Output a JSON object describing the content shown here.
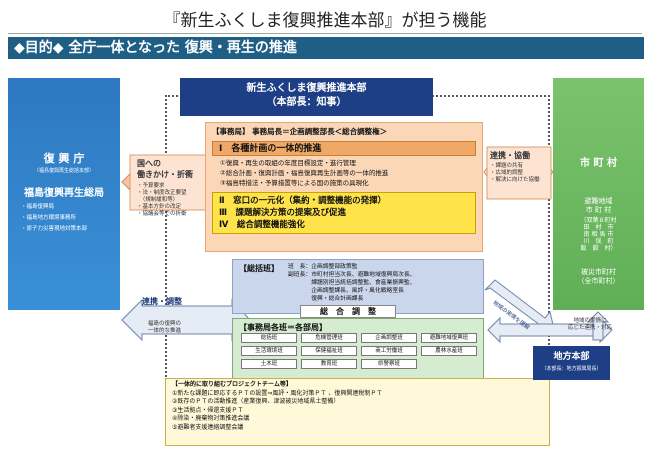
{
  "title": "『新生ふくしま復興推進本部』が担う機能",
  "purpose": "◆目的◆ 全庁一体となった 復興・再生の推進",
  "left_panel": {
    "title": "復 興 庁",
    "subtitle": "（福島復興再生総括本部）",
    "title2": "福島復興再生総局",
    "items": [
      "・福島復興局",
      "・福島地方環境事務所",
      "・原子力災害現地対策本部"
    ]
  },
  "right_panel": {
    "title": "市 町 村",
    "section1": "避難地域\n市 町 村",
    "names": "（双葉８町村\n田　村　市\n南 相 馬 市\n川　俣　町\n飯　舘　村）",
    "section2": "被災市町村\n（全市町村）"
  },
  "hq": {
    "line1": "新生ふくしま復興推進本部",
    "line2": "（本部長：知事）"
  },
  "secretariat": {
    "head": "【事務局】 事務局長＝企画調整部長＜総合調整権＞",
    "item1": "Ⅰ　各種計画の一体的推進",
    "list": [
      "①復興・再生の取組の年度目標設定・進行管理",
      "②総合計画・復興計画・福島復興再生計画等の一体的推進",
      "③福島特措法・予算措置等による国の施策の具現化"
    ],
    "yellow": [
      "Ⅱ　窓口の一元化（集約・調整機能の発揮）",
      "Ⅲ　課題解決方策の提案及び促進",
      "Ⅳ　総合調整機能強化"
    ]
  },
  "general": {
    "head": "【総括班】",
    "lines": [
      "班　長：企画調整部政策監",
      "副班長：市町村担当次長、避難地域復興局次長、",
      "　　　　課題別担当統括調整監、食産業振興監、",
      "　　　　企画調整課長、風評・風化戦略室長",
      "　　　　復興・総合計画課長"
    ]
  },
  "coord_label": "総　合　調　整",
  "sections": {
    "head": "【事務局各班＝各部局】",
    "cells": [
      "総括班",
      "危機管理班",
      "企画調整班",
      "避難地域復興班",
      "生活環境班",
      "保健福祉班",
      "商工労働班",
      "農林水産班",
      "土木班",
      "教育班",
      "県警察班"
    ]
  },
  "project_team": {
    "head": "【一体的に取り組むプロジェクトチーム等】",
    "lines": [
      "①新たな課題に即応するＰＴの設置⇒風評・風化対策ＰＴ 、復興関連税制ＰＴ",
      "②既存のＰＴの活動推進（産業復興、津波被災地域県土整備）",
      "③生活拠点・帰還支援ＰＴ",
      "④除染・廃棄物対策推進会議",
      "⑤避難者支援連絡調整会議"
    ]
  },
  "local_hq": {
    "title": "地方本部",
    "sub": "（本部長：地方振興局長）"
  },
  "arrows": {
    "left_top_title": "国への\n働きかけ・折衝",
    "left_top_note": "・予算要求\n・法・制度改正要望\n　（規制緩和等）\n・基本方針の改定\n・協議会等での折衝",
    "left_bottom_title": "連携・調整",
    "left_bottom_note": "福島の復興の\n一体的な推進",
    "right_top_title": "連携・協働",
    "right_top_note": "・課題の共有\n・広域的調整\n・解決に向けた協働",
    "diag_note": "地域の実情を理解",
    "right_bottom_note": "地域の実情に\n応じた連携・対応"
  },
  "colors": {
    "purpose_bar": "#1f5f86",
    "left_panel": "#2d78c0",
    "right_panel": "#6cb860",
    "hq": "#1e3e86",
    "secretariat": "#fbd7b8",
    "yellow_box": "#ffe34a",
    "general": "#c9d6ec",
    "sections": "#d6ecd0",
    "project": "#fff9d9"
  }
}
